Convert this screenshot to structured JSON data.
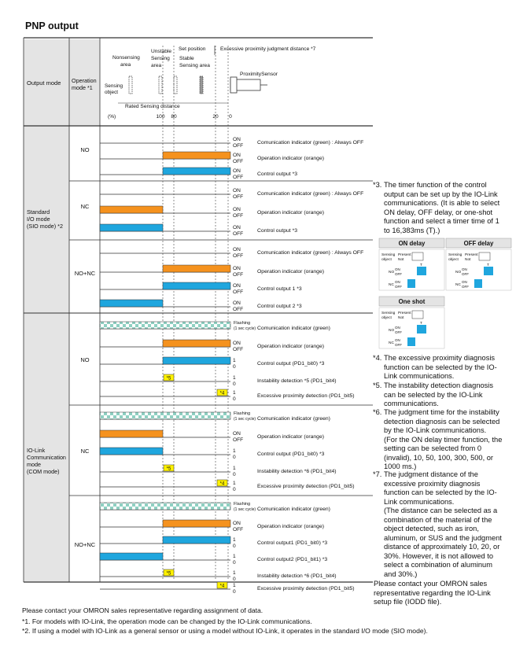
{
  "title": "PNP output",
  "header": {
    "output_mode": "Output mode",
    "operation_mode": "Operation mode *1",
    "nonsensing_area": "Nonsensing area",
    "unstable_sensing_area": "Unstable Sensing area",
    "set_position": "Set position",
    "stable_sensing_area": "Stable Sensing area",
    "excessive_proximity": "Excessive proximity judgment distance *7",
    "proximity_sensor": "ProximitySensor",
    "sensing_object": "Sensing object",
    "rated_sensing_distance": "Rated Sensing distance",
    "percent": "(%)",
    "scale": [
      "100",
      "80",
      "20",
      "0"
    ]
  },
  "modes": [
    {
      "name": "Standard I/O mode (SIO mode) *2",
      "name_lines": [
        "Standard",
        "I/O mode",
        "(SIO mode) *2"
      ]
    },
    {
      "name": "IO-Link Communication mode (COM mode)",
      "name_lines": [
        "IO-Link",
        "Communication",
        "mode",
        "(COM mode)"
      ]
    }
  ],
  "groups": [
    "NO",
    "NC",
    "NO+NC",
    "NO",
    "NC",
    "NO+NC"
  ],
  "state_labels": {
    "on": "ON",
    "off": "OFF",
    "one": "1",
    "zero": "0",
    "flashing": "Flashing",
    "flashing_cycle": "(1 sec cycle)"
  },
  "signals": {
    "comm_always_off": "Comunication indicator (green) : Always OFF",
    "comm_indicator": "Comunication indicator (green)",
    "operation_indicator": "Operation indicator (orange)",
    "control_output_3": "Control output *3",
    "control_output_1_3": "Control output 1 *3",
    "control_output_2_3": "Control output 2 *3",
    "control_output_pd1": "Control output (PD1_bit0) *3",
    "control_output1_pd1": "Control output1 (PD1_bit0) *3",
    "control_output2_pd1": "Control output2 (PD1_bit1) *3",
    "instability_5": "Instability detection *5 (PD1_bit4)",
    "instability_6": "Instability detection *6 (PD1_bit4)",
    "excessive": "Excessive proximity detection (PD1_bit5)"
  },
  "markers": {
    "m5": "*5",
    "m4": "*4"
  },
  "colors": {
    "orange": "#f5921e",
    "blue": "#1fa6de",
    "yellow": "#fff200",
    "teal": "#8fd0c2",
    "header_bg": "#e4e4e4"
  },
  "timer_diagram": {
    "on_delay": "ON delay",
    "off_delay": "OFF delay",
    "one_shot": "One shot",
    "sensing_object": "Sensing object",
    "present": "Present",
    "not_present": "Not present",
    "no": "NO",
    "nc": "NC",
    "t": "T"
  },
  "notes": {
    "n3": {
      "mark": "*3.",
      "lines": [
        "The timer function of the control",
        "output can be set up by the IO-Link",
        "communications. (It is able to select",
        "ON delay, OFF delay, or one-shot",
        "function and select a timer time of 1",
        "to 16,383ms (T).)"
      ]
    },
    "n4": {
      "mark": "*4.",
      "lines": [
        "The excessive proximity diagnosis",
        "function can be selected by the IO-",
        "Link communications."
      ]
    },
    "n5": {
      "mark": "*5.",
      "lines": [
        "The instability detection diagnosis",
        "can be selected by the IO-Link",
        "communications."
      ]
    },
    "n6": {
      "mark": "*6.",
      "lines": [
        "The judgment time for the instability",
        "detection diagnosis can be selected",
        "by the IO-Link communications.",
        "(For the ON delay timer function, the",
        "setting can be selected from 0",
        "(invalid), 10, 50, 100, 300, 500, or",
        "1000 ms.)"
      ]
    },
    "n7": {
      "mark": "*7.",
      "lines": [
        "The judgment distance of the",
        "excessive proximity diagnosis",
        "function can be selected by the IO-",
        "Link communications.",
        "(The distance can be selected as a",
        "combination of the material of the",
        "object detected, such as iron,",
        "aluminum, or SUS and the judgment",
        "distance of approximately 10, 20, or",
        "30%. However, it is not allowed to",
        "select a combination of aluminum",
        "and 30%.)"
      ]
    },
    "contact": [
      "Please contact your OMRON sales",
      "representative regarding the IO-Link",
      "setup file (IODD file)."
    ]
  },
  "footer": {
    "assignment": "Please contact your OMRON sales representative regarding assignment of data.",
    "f1": "*1.  For models with IO-Link, the operation mode can be changed by the IO-Link communications.",
    "f2": "*2.  If using a model with IO-Link as a general sensor or using a model without IO-Link, it operates in the standard I/O mode (SIO mode)."
  }
}
